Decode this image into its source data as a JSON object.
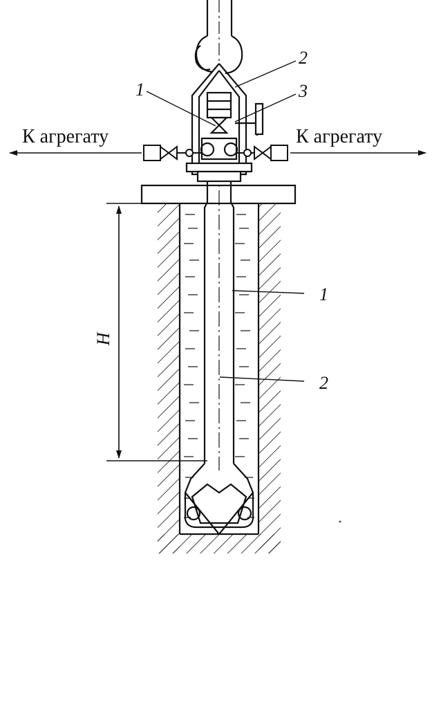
{
  "labels": {
    "left_arrow_text": "К агрегату",
    "right_arrow_text": "К агрегату",
    "depth_symbol": "H"
  },
  "callouts": {
    "top_1": "1",
    "top_2": "2",
    "top_3": "3",
    "lower_1": "1",
    "lower_2": "2"
  }
}
